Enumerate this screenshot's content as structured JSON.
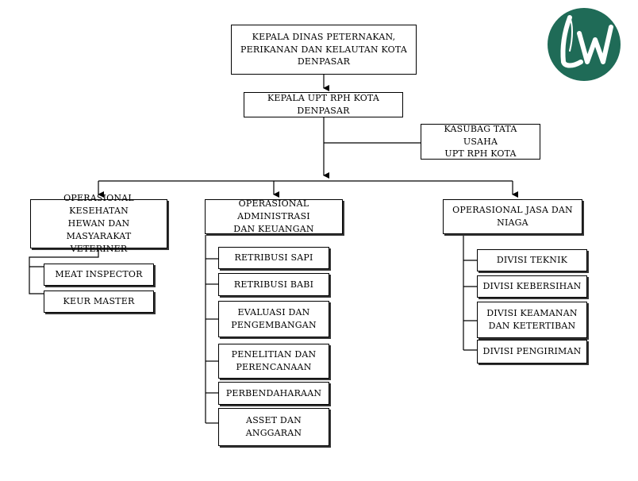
{
  "org_chart": {
    "head": "KEPALA DINAS PETERNAKAN,\nPERIKANAN DAN KELAUTAN KOTA\nDENPASAR",
    "upt_head": "KEPALA UPT RPH KOTA DENPASAR",
    "admin_head": "KASUBAG TATA USAHA\nUPT RPH KOTA",
    "divisions": [
      {
        "label": "OPERASIONAL KESEHATAN\nHEWAN DAN MASYARAKAT\nVETERINER",
        "units": [
          "MEAT INSPECTOR",
          "KEUR MASTER"
        ]
      },
      {
        "label": "OPERASIONAL ADMINISTRASI\nDAN KEUANGAN",
        "units": [
          "RETRIBUSI SAPI",
          "RETRIBUSI BABI",
          "EVALUASI DAN\nPENGEMBANGAN",
          "PENELITIAN DAN\nPERENCANAAN",
          "PERBENDAHARAAN",
          "ASSET DAN\nANGGARAN"
        ]
      },
      {
        "label": "OPERASIONAL JASA DAN\nNIAGA",
        "units": [
          "DIVISI TEKNIK",
          "DIVISI KEBERSIHAN",
          "DIVISI KEAMANAN\nDAN KETERTIBAN",
          "DIVISI PENGIRIMAN"
        ]
      }
    ]
  },
  "logo": {
    "text": "LW",
    "circle_color": "#1f6b57",
    "letter_color": "#ffffff"
  }
}
